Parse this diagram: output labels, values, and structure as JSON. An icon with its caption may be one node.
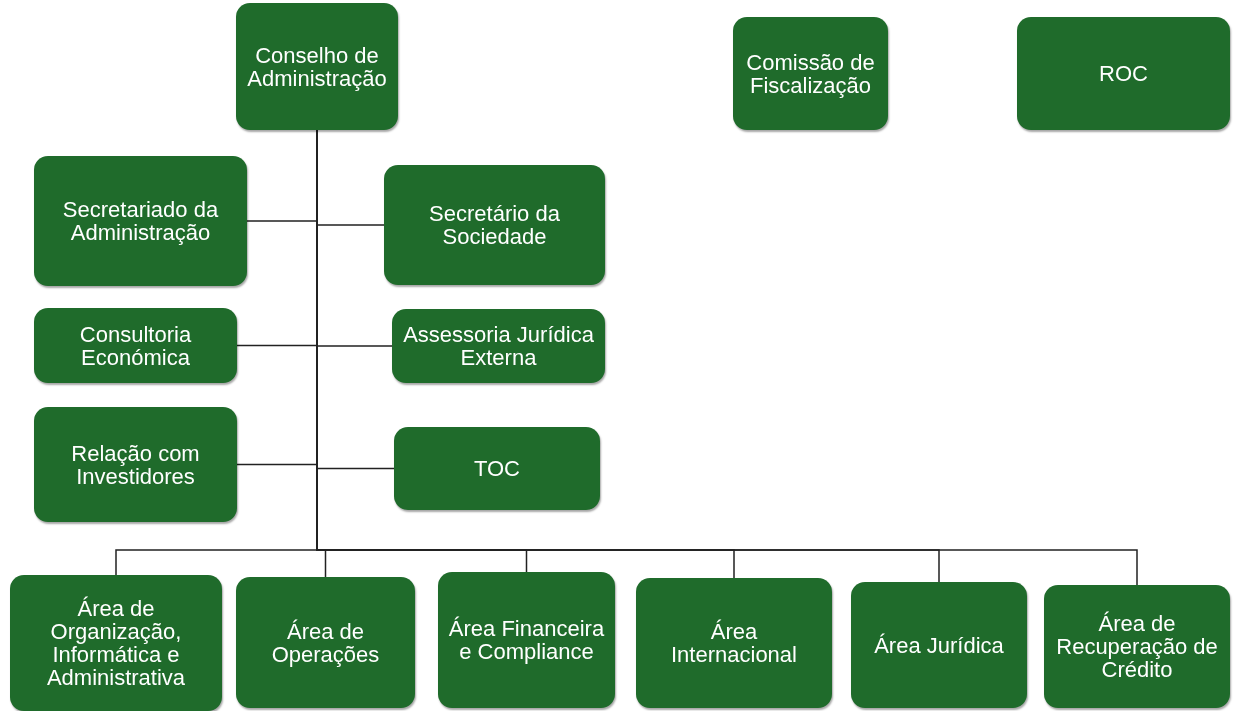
{
  "diagram": {
    "nodes": [
      {
        "text": [
          "Conselho de Administração"
        ]
      },
      {
        "text": [
          "Comissão de Fiscalização"
        ]
      },
      {
        "text": [
          "ROC"
        ]
      },
      {
        "text": [
          "Secretariado da Administração"
        ]
      },
      {
        "text": [
          "Secretário da Sociedade"
        ]
      },
      {
        "text": [
          "Consultoria Económica"
        ]
      },
      {
        "text": [
          "Assessoria Jurídica Externa"
        ]
      },
      {
        "text": [
          "Relação com Investidores"
        ]
      },
      {
        "text": [
          "TOC"
        ]
      },
      {
        "text": [
          "Área de Organização, Informática e Administrativa"
        ]
      },
      {
        "text": [
          "Área de Operações"
        ]
      },
      {
        "text": [
          "Área Financeira e Compliance"
        ]
      },
      {
        "text": [
          "Área Internacional"
        ]
      },
      {
        "text": [
          "Área Jurídica"
        ]
      },
      {
        "text": [
          "Área de Recuperação de Crédito"
        ]
      }
    ],
    "edges": [
      {
        "from": 0,
        "to": 3,
        "arrow": "none"
      },
      {
        "from": 0,
        "to": 4,
        "arrow": "none"
      },
      {
        "from": 0,
        "to": 5,
        "arrow": "none"
      },
      {
        "from": 0,
        "to": 6,
        "arrow": "none"
      },
      {
        "from": 0,
        "to": 7,
        "arrow": "none"
      },
      {
        "from": 0,
        "to": 8,
        "arrow": "none"
      },
      {
        "from": 0,
        "to": 9,
        "arrow": "none"
      },
      {
        "from": 0,
        "to": 10,
        "arrow": "none"
      },
      {
        "from": 0,
        "to": 11,
        "arrow": "none"
      },
      {
        "from": 0,
        "to": 12,
        "arrow": "none"
      },
      {
        "from": 0,
        "to": 13,
        "arrow": "none"
      },
      {
        "from": 0,
        "to": 14,
        "arrow": "none"
      }
    ]
  }
}
